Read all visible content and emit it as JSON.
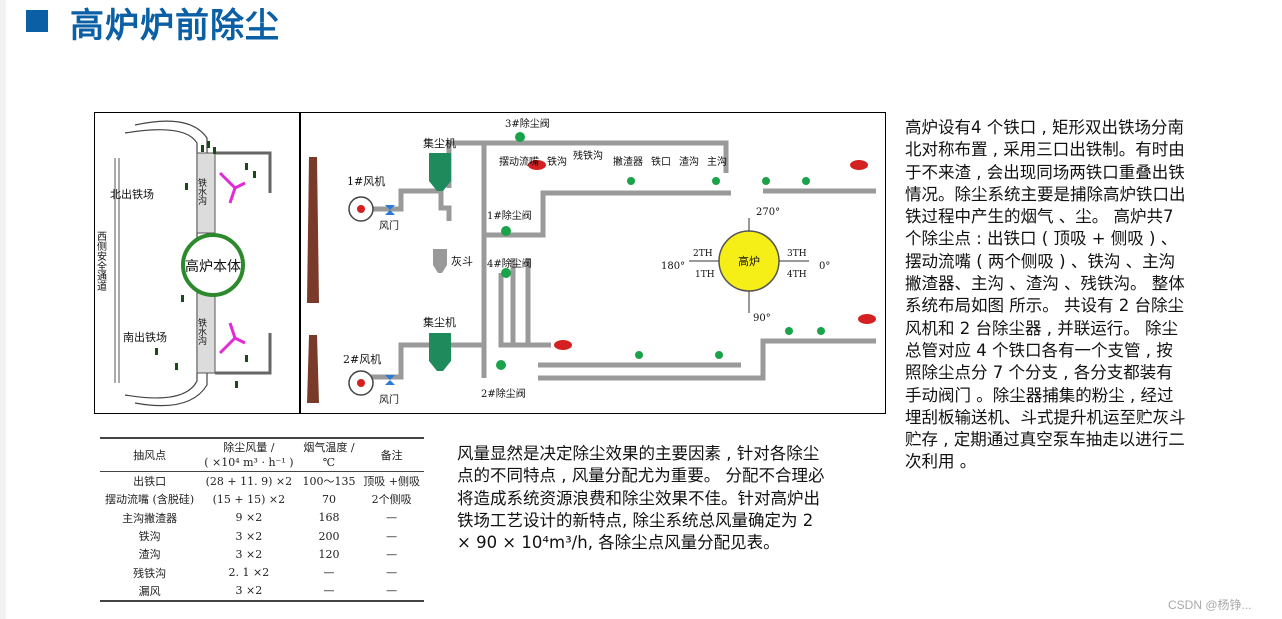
{
  "slide": {
    "title": "高炉炉前除尘",
    "watermark": "CSDN @杨铮..."
  },
  "plan_diagram": {
    "north_field": "北出铁场",
    "south_field": "南出铁场",
    "furnace": "高炉本体",
    "west_channel": "西侧安全通道",
    "channel_top": "铁水沟",
    "channel_bottom": "铁水沟"
  },
  "flow_diagram": {
    "fan1": "1#风机",
    "fan2": "2#风机",
    "collector_top": "集尘机",
    "collector_bottom": "集尘机",
    "hopper": "灰斗",
    "door1": "风门",
    "door2": "风门",
    "valve3": "3#除尘阀",
    "valve1": "1#除尘阀",
    "valve4": "4#除尘阀",
    "valve2": "2#除尘阀",
    "swing": "摆动流嘴",
    "trough": "铁沟",
    "residual": "残铁沟",
    "skimmer": "撇渣器",
    "taphole": "铁口",
    "slag": "渣沟",
    "main_trough": "主沟",
    "furnace": "高炉",
    "a270": "270°",
    "a90": "90°",
    "a180": "180°",
    "a0": "0°",
    "th2": "2TH",
    "th1": "1TH",
    "th3": "3TH",
    "th4": "4TH"
  },
  "description": {
    "right": "高炉设有4 个铁口 , 矩形双出铁场分南北对称布置 , 采用三口出铁制。有时由于不来渣 , 会出现同场两铁口重叠出铁情况。除尘系统主要是捕除高炉铁口出铁过程中产生的烟气 、尘。 高炉共7 个除尘点 : 出铁口 ( 顶吸 + 侧吸 ) 、摆动流嘴 ( 两个侧吸 ) 、铁沟 、主沟撇渣器、主沟 、渣沟 、残铁沟。 整体系统布局如图 所示。 共设有 2 台除尘风机和 2 台除尘器 , 并联运行。 除尘总管对应 4 个铁口各有一个支管 , 按照除尘点分 7 个分支 , 各分支都装有手动阀门 。除尘器捕集的粉尘 , 经过埋刮板输送机、斗式提升机运至贮灰斗贮存 , 定期通过真空泵车抽走以进行二次利用 。",
    "middle": "风量显然是决定除尘效果的主要因素 , 针对各除尘点的不同特点 , 风量分配尤为重要。 分配不合理必将造成系统资源浪费和除尘效果不佳。针对高炉出铁场工艺设计的新特点, 除尘系统总风量确定为 2 × 90 × 10⁴m³/h, 各除尘点风量分配见表。"
  },
  "table": {
    "headers": {
      "point": "抽风点",
      "volume": "除尘风量 /",
      "volume_unit": "( ×10⁴ m³ · h⁻¹ )",
      "temp": "烟气温度 /",
      "temp_unit": "℃",
      "note": "备注"
    },
    "rows": [
      {
        "point": "出铁口",
        "volume": "(28 + 11. 9) ×2",
        "temp": "100～135",
        "note": "顶吸 +侧吸"
      },
      {
        "point": "摆动流嘴 (含脱硅)",
        "volume": "(15 + 15) ×2",
        "temp": "70",
        "note": "2个侧吸"
      },
      {
        "point": "主沟撇渣器",
        "volume": "9 ×2",
        "temp": "168",
        "note": "—"
      },
      {
        "point": "铁沟",
        "volume": "3 ×2",
        "temp": "200",
        "note": "—"
      },
      {
        "point": "渣沟",
        "volume": "3 ×2",
        "temp": "120",
        "note": "—"
      },
      {
        "point": "残铁沟",
        "volume": "2. 1 ×2",
        "temp": "—",
        "note": "—"
      },
      {
        "point": "漏风",
        "volume": "3 ×2",
        "temp": "—",
        "note": "—"
      }
    ]
  },
  "colors": {
    "title": "#0b5fa5",
    "pipe": "#9a9a9a",
    "collector": "#1f8a5b",
    "furnace": "#f5ee17",
    "chimney": "#7a3a2a",
    "valve_active": "#1aa34a",
    "valve_red": "#d42020"
  }
}
